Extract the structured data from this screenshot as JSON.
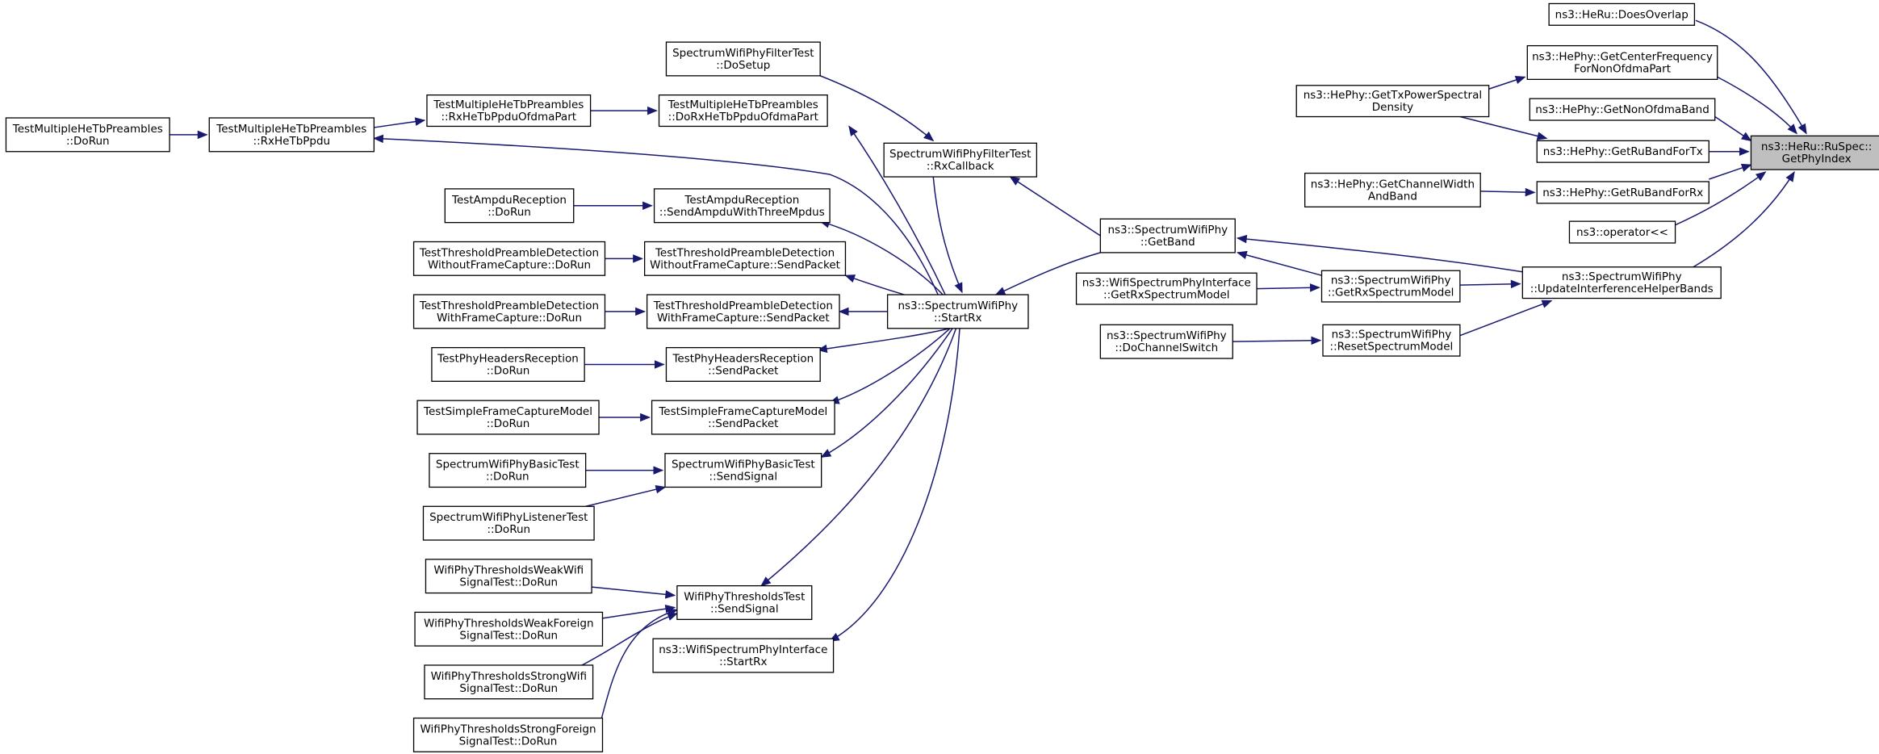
{
  "nodes": {
    "getphyindex": [
      "ns3::HeRu::RuSpec::",
      "GetPhyIndex"
    ],
    "doesoverlap": [
      "ns3::HeRu::DoesOverlap"
    ],
    "getcenterfreq": [
      "ns3::HePhy::GetCenterFrequency",
      "ForNonOfdmaPart"
    ],
    "gettxpsd": [
      "ns3::HePhy::GetTxPowerSpectral",
      "Density"
    ],
    "getnonofdma": [
      "ns3::HePhy::GetNonOfdmaBand"
    ],
    "getrubandtx": [
      "ns3::HePhy::GetRuBandForTx"
    ],
    "getchanwidth": [
      "ns3::HePhy::GetChannelWidth",
      "AndBand"
    ],
    "getrubandrx": [
      "ns3::HePhy::GetRuBandForRx"
    ],
    "operator": [
      "ns3::operator<<"
    ],
    "updateinterf": [
      "ns3::SpectrumWifiPhy",
      "::UpdateInterferenceHelperBands"
    ],
    "getband": [
      "ns3::SpectrumWifiPhy",
      "::GetBand"
    ],
    "getrxspec": [
      "ns3::SpectrumWifiPhy",
      "::GetRxSpectrumModel"
    ],
    "resetspec": [
      "ns3::SpectrumWifiPhy",
      "::ResetSpectrumModel"
    ],
    "ifgetrxspec": [
      "ns3::WifiSpectrumPhyInterface",
      "::GetRxSpectrumModel"
    ],
    "dochanswitch": [
      "ns3::SpectrumWifiPhy",
      "::DoChannelSwitch"
    ],
    "rxcallback": [
      "SpectrumWifiPhyFilterTest",
      "::RxCallback"
    ],
    "startrx": [
      "ns3::SpectrumWifiPhy",
      "::StartRx"
    ],
    "filtersetup": [
      "SpectrumWifiPhyFilterTest",
      "::DoSetup"
    ],
    "dorxhetb": [
      "TestMultipleHeTbPreambles",
      "::DoRxHeTbPpduOfdmaPart"
    ],
    "rxhetbofdma": [
      "TestMultipleHeTbPreambles",
      "::RxHeTbPpduOfdmaPart"
    ],
    "rxhetbppdu": [
      "TestMultipleHeTbPreambles",
      "::RxHeTbPpdu"
    ],
    "hetbdorun": [
      "TestMultipleHeTbPreambles",
      "::DoRun"
    ],
    "sendampdu": [
      "TestAmpduReception",
      "::SendAmpduWithThreeMpdus"
    ],
    "ampdudorun": [
      "TestAmpduReception",
      "::DoRun"
    ],
    "woutsend": [
      "TestThresholdPreambleDetection",
      "WithoutFrameCapture::SendPacket"
    ],
    "woutdorun": [
      "TestThresholdPreambleDetection",
      "WithoutFrameCapture::DoRun"
    ],
    "withsend": [
      "TestThresholdPreambleDetection",
      "WithFrameCapture::SendPacket"
    ],
    "withdorun": [
      "TestThresholdPreambleDetection",
      "WithFrameCapture::DoRun"
    ],
    "hdrsend": [
      "TestPhyHeadersReception",
      "::SendPacket"
    ],
    "hdrdorun": [
      "TestPhyHeadersReception",
      "::DoRun"
    ],
    "capsend": [
      "TestSimpleFrameCaptureModel",
      "::SendPacket"
    ],
    "capdorun": [
      "TestSimpleFrameCaptureModel",
      "::DoRun"
    ],
    "basicsend": [
      "SpectrumWifiPhyBasicTest",
      "::SendSignal"
    ],
    "basicdorun": [
      "SpectrumWifiPhyBasicTest",
      "::DoRun"
    ],
    "listenerdorun": [
      "SpectrumWifiPhyListenerTest",
      "::DoRun"
    ],
    "thrsend": [
      "WifiPhyThresholdsTest",
      "::SendSignal"
    ],
    "weakwifi": [
      "WifiPhyThresholdsWeakWifi",
      "SignalTest::DoRun"
    ],
    "weakforeign": [
      "WifiPhyThresholdsWeakForeign",
      "SignalTest::DoRun"
    ],
    "strongwifi": [
      "WifiPhyThresholdsStrongWifi",
      "SignalTest::DoRun"
    ],
    "strongforeign": [
      "WifiPhyThresholdsStrongForeign",
      "SignalTest::DoRun"
    ],
    "ifstartrx": [
      "ns3::WifiSpectrumPhyInterface",
      "::StartRx"
    ]
  },
  "colors": {
    "edge": "#191970",
    "highlight_fill": "#bfbfbf"
  }
}
